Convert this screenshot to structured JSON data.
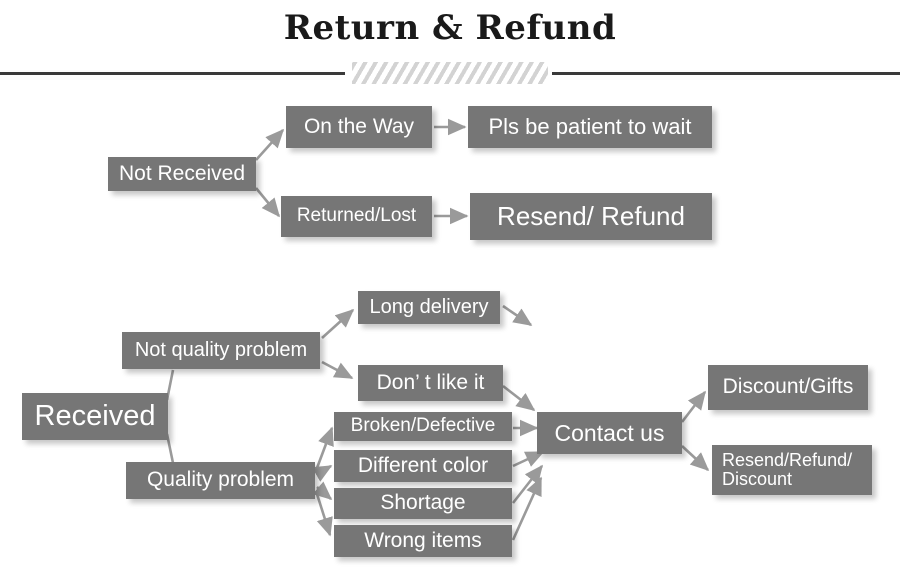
{
  "header": {
    "title": "Return & Refund",
    "divider_icon": "diagonal-hatch-divider"
  },
  "colors": {
    "box_fill": "#767676",
    "box_text": "#ffffff",
    "connector": "#9a9a9a",
    "rule": "#3a3a3a",
    "hatch": "#d3d3d3",
    "page_background": "#ffffff"
  },
  "diagram": {
    "type": "flowchart",
    "branches": [
      {
        "root": "Not Received",
        "paths": [
          {
            "stage": "On the Way",
            "outcome": "Pls be patient to wait"
          },
          {
            "stage": "Returned/Lost",
            "outcome": "Resend/ Refund"
          }
        ]
      },
      {
        "root": "Received",
        "paths": [
          {
            "stage": "Not quality problem",
            "reasons": [
              "Long delivery",
              "Don’  t like it"
            ],
            "outcome": "Contact us"
          },
          {
            "stage": "Quality problem",
            "reasons": [
              "Broken/Defective",
              "Different color",
              "Shortage",
              "Wrong items"
            ],
            "outcome": "Contact us"
          }
        ],
        "resolutions": [
          "Discount/Gifts",
          "Resend/Refund/\nDiscount"
        ]
      }
    ],
    "nodes": {
      "not_received": "Not Received",
      "on_the_way": "On the Way",
      "pls_be_patient": "Pls be patient to wait",
      "returned_lost": "Returned/Lost",
      "resend_refund": "Resend/ Refund",
      "received": "Received",
      "not_quality_problem": "Not quality problem",
      "long_delivery": "Long delivery",
      "dont_like_it": "Don’  t like it",
      "quality_problem": "Quality problem",
      "broken_defective": "Broken/Defective",
      "different_color": "Different color",
      "shortage": "Shortage",
      "wrong_items": "Wrong items",
      "contact_us": "Contact us",
      "discount_gifts": "Discount/Gifts",
      "resend_refund_discount": "Resend/Refund/\nDiscount"
    }
  }
}
